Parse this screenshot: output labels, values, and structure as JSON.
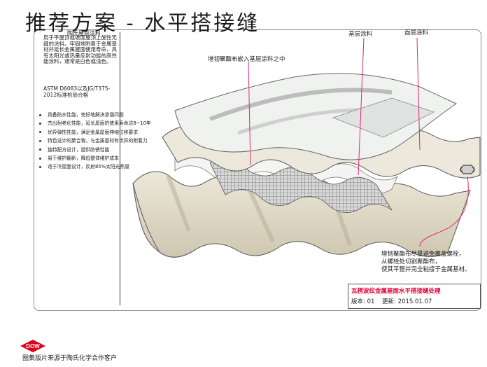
{
  "slide": {
    "title": "推荐方案 - 水平搭接缝"
  },
  "coating_info": {
    "title": "陶氏屋面涂料",
    "description": "用于平屋顶或坡度屋顶上施性无缝的涂料。牢固地附着于金属基材并延长金属屋面使用寿命，具有太阳光或热量反射功能的高性能涂料，通常是白色或浅色。",
    "standard": "ASTM D6083以及JG/T375-2012标准检验合格"
  },
  "features": [
    "具备防水性能，完好地解决渗漏问题",
    "杰出耐老化性能，延长屋面的使用寿命达8~10年",
    "优异弹性性能，满足金属屋面伸缩位移要求",
    "特色设计的聚合物，与金属基材有优异的附着力",
    "独特配方设计，提供防锈性能",
    "易于维护翻新，降低整体维护成本",
    "适于冷屋面设计，反射85%太阳光热量"
  ],
  "labels": {
    "fabric_embedded": "增韧聚酯布嵌入基层涂料之中",
    "base_coat": "基层涂料",
    "top_coat": "面层涂料",
    "note_lines": [
      "增韧聚酯布尽量避免覆盖螺栓，",
      "从螺栓处切割聚酯布，",
      "使其平整并完全粘接于金属基材。"
    ]
  },
  "info_box": {
    "title": "瓦楞波纹金属屋面水平搭接缝处理",
    "version": "版本: 01",
    "updated": "更新: 2015.01.07"
  },
  "footer": {
    "logo_text": "DOW",
    "credit": "图集版片来源于陶氏化学合作客户"
  },
  "colors": {
    "metal": "#e2dccb",
    "metal_dark": "#b9b19c",
    "coating": "#eef0ee",
    "leader": "#e0287a",
    "logo_red": "#e0001b",
    "title_red": "#e4003a"
  }
}
